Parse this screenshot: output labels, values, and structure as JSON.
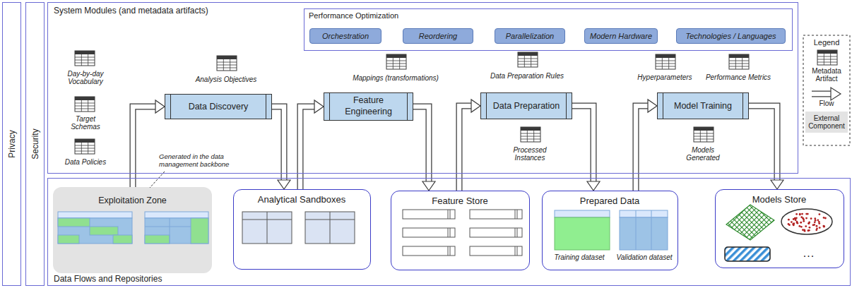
{
  "diagram": {
    "nodes": [
      {
        "text": [
          "Privacy"
        ]
      },
      {
        "text": [
          "Security"
        ]
      },
      {
        "text": [
          "System Modules (and metadata artifacts)"
        ]
      },
      {
        "text": [
          "Performance Optimization"
        ],
        "in": 2
      },
      {
        "text": [
          "Orchestration"
        ],
        "in": 3
      },
      {
        "text": [
          "Reordering"
        ],
        "in": 3
      },
      {
        "text": [
          "Parallelization"
        ],
        "in": 3
      },
      {
        "text": [
          "Modern Hardware"
        ],
        "in": 3
      },
      {
        "text": [
          "Technologies / Languages"
        ],
        "in": 3
      },
      {
        "text": [
          "Data Discovery"
        ],
        "in": 2
      },
      {
        "text": [
          "Feature Engineering"
        ],
        "in": 2
      },
      {
        "text": [
          "Data Preparation"
        ],
        "in": 2
      },
      {
        "text": [
          "Model Training"
        ],
        "in": 2
      },
      {
        "text": [
          "Data Flows and Repositories"
        ]
      },
      {
        "text": [
          "Exploitation Zone"
        ],
        "in": 13
      },
      {
        "text": [
          "Analytical Sandboxes"
        ],
        "in": 13
      },
      {
        "text": [
          "Feature Store"
        ],
        "in": 13
      },
      {
        "text": [
          "Prepared Data",
          "Training dataset",
          "Validation dataset"
        ],
        "in": 13
      },
      {
        "text": [
          "Models Store"
        ],
        "in": 13
      }
    ],
    "edges": [
      {
        "from": 14,
        "to": 9,
        "arrow": "to"
      },
      {
        "from": 9,
        "to": 15,
        "arrow": "to"
      },
      {
        "from": 15,
        "to": 10,
        "arrow": "to"
      },
      {
        "from": 10,
        "to": 16,
        "arrow": "to"
      },
      {
        "from": 16,
        "to": 11,
        "arrow": "to"
      },
      {
        "from": 11,
        "to": 17,
        "arrow": "to"
      },
      {
        "from": 17,
        "to": 12,
        "arrow": "to"
      },
      {
        "from": 12,
        "to": 18,
        "arrow": "to"
      }
    ],
    "labels": [
      "Day-by-day Vocabulary",
      "Target Schemas",
      "Data Policies",
      "Analysis Objectives",
      "Mappings (transformations)",
      "Data Preparation Rules",
      "Processed Instances",
      "Hyperparameters",
      "Performance Metrics",
      "Models Generated",
      "Generated in the data management backbone",
      "Legend",
      "..."
    ],
    "legend": [
      {
        "text": "Metadata Artifact"
      },
      {
        "text": "Flow"
      },
      {
        "text": "External Component",
        "color": "#e3e3e3"
      }
    ]
  }
}
